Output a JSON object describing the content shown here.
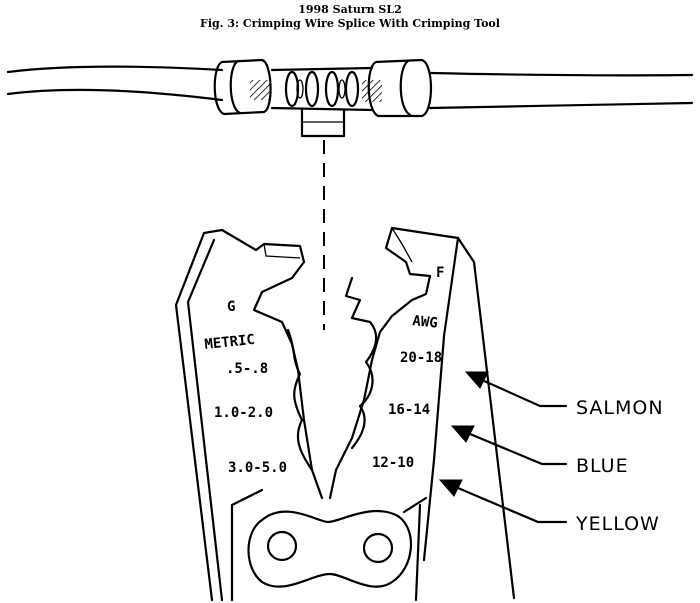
{
  "header": {
    "vehicle": "1998 Saturn SL2",
    "figure_title": "Fig. 3: Crimping Wire Splice With Crimping Tool"
  },
  "tool_labels": {
    "left_jaw_letter": "G",
    "right_jaw_letter": "F",
    "metric_heading": "METRIC",
    "awg_heading": "AWG",
    "metric_sizes": [
      ".5-.8",
      "1.0-2.0",
      "3.0-5.0"
    ],
    "awg_sizes": [
      "20-18",
      "16-14",
      "12-10"
    ]
  },
  "color_callouts": [
    "SALMON",
    "BLUE",
    "YELLOW"
  ]
}
